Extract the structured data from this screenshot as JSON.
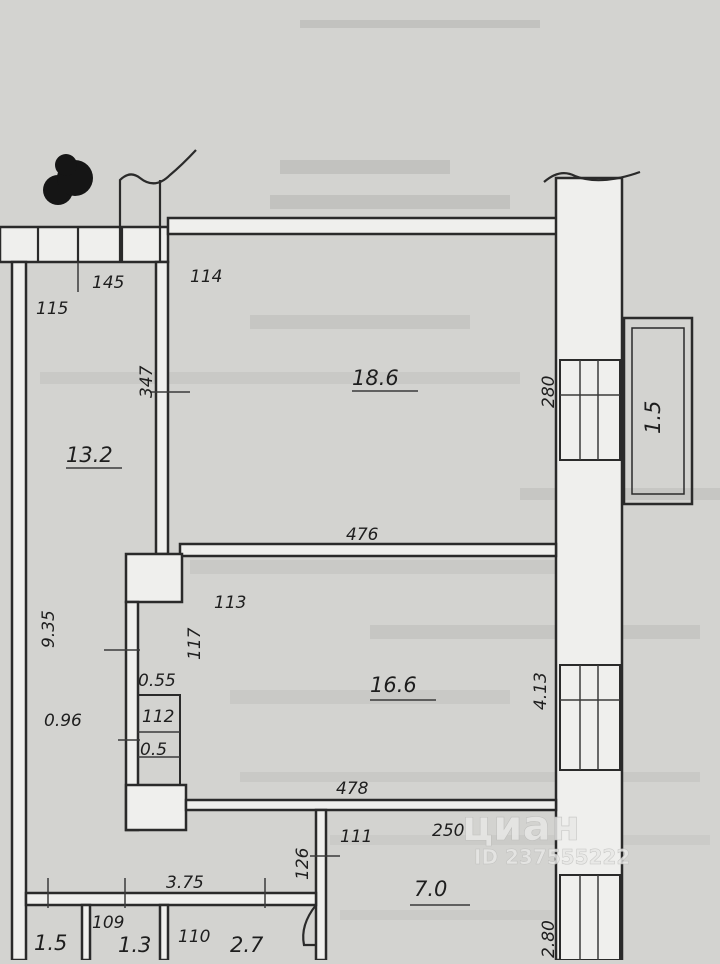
{
  "plan": {
    "room_areas": {
      "room_a": "13.2",
      "room_b": "18.6",
      "room_c": "16.6",
      "room_d": "7.0",
      "balcony": "1.5",
      "small_1": "1.5",
      "small_2": "1.3",
      "small_3": "2.7",
      "closet": "0.5"
    },
    "dimensions": {
      "d_145": "145",
      "d_114": "114",
      "d_115": "115",
      "d_347": "347",
      "d_280_top": "280",
      "d_476": "476",
      "d_113_mid": "113",
      "d_117": "117",
      "d_055": "0.55",
      "d_112": "112",
      "d_935": "9.35",
      "d_096": "0.96",
      "d_413": "4.13",
      "d_478": "478",
      "d_111": "111",
      "d_250": "250",
      "d_126": "126",
      "d_375": "3.75",
      "d_109": "109",
      "d_110": "110",
      "d_280_bottom": "2.80"
    }
  },
  "watermark": {
    "brand": "циан",
    "listing_id": "ID 237555222"
  },
  "colors": {
    "paper": "#d3d3d0",
    "wall": "#efefed",
    "ink": "#2a2a2a",
    "watermark": "#e8e8e6"
  }
}
